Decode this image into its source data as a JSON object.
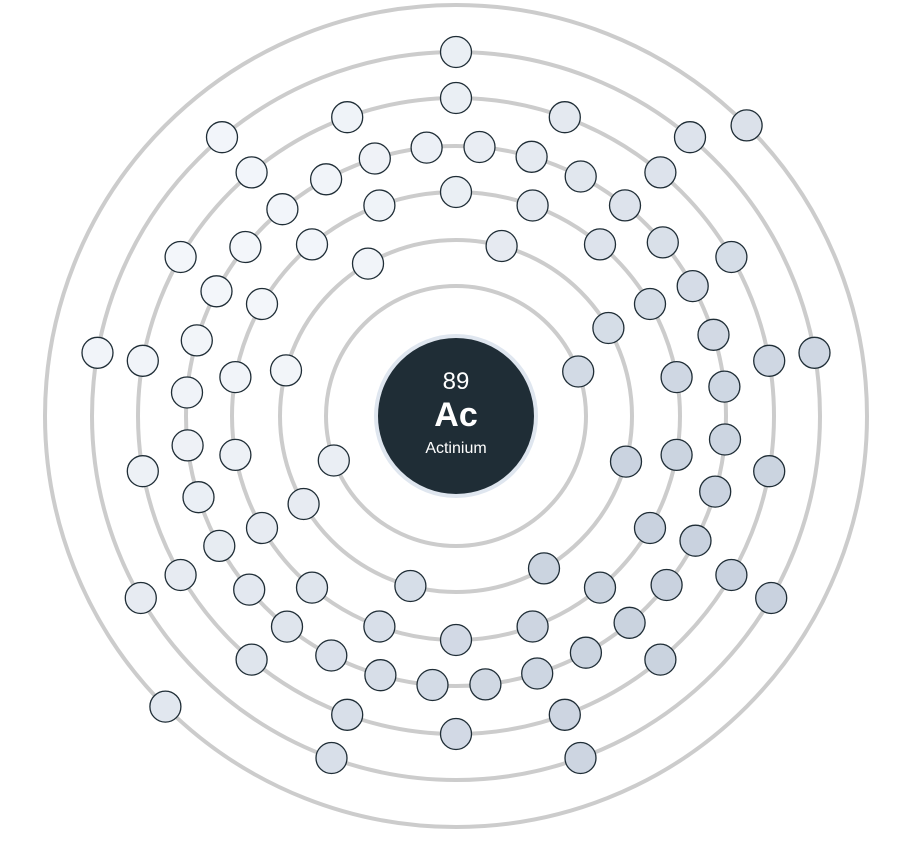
{
  "element": {
    "atomic_number": "89",
    "symbol": "Ac",
    "name": "Actinium"
  },
  "shells": [
    {
      "electrons": 2
    },
    {
      "electrons": 8
    },
    {
      "electrons": 18
    },
    {
      "electrons": 32
    },
    {
      "electrons": 18
    },
    {
      "electrons": 9
    },
    {
      "electrons": 2
    }
  ],
  "colors": {
    "nucleus_fill": "#1f2d36",
    "nucleus_stroke": "#dfe6ef",
    "orbit": "#cccccc",
    "electron_stroke": "#1f2d36",
    "electron_inner": "#c9d2df",
    "electron_outer": "#f3f6fa"
  }
}
